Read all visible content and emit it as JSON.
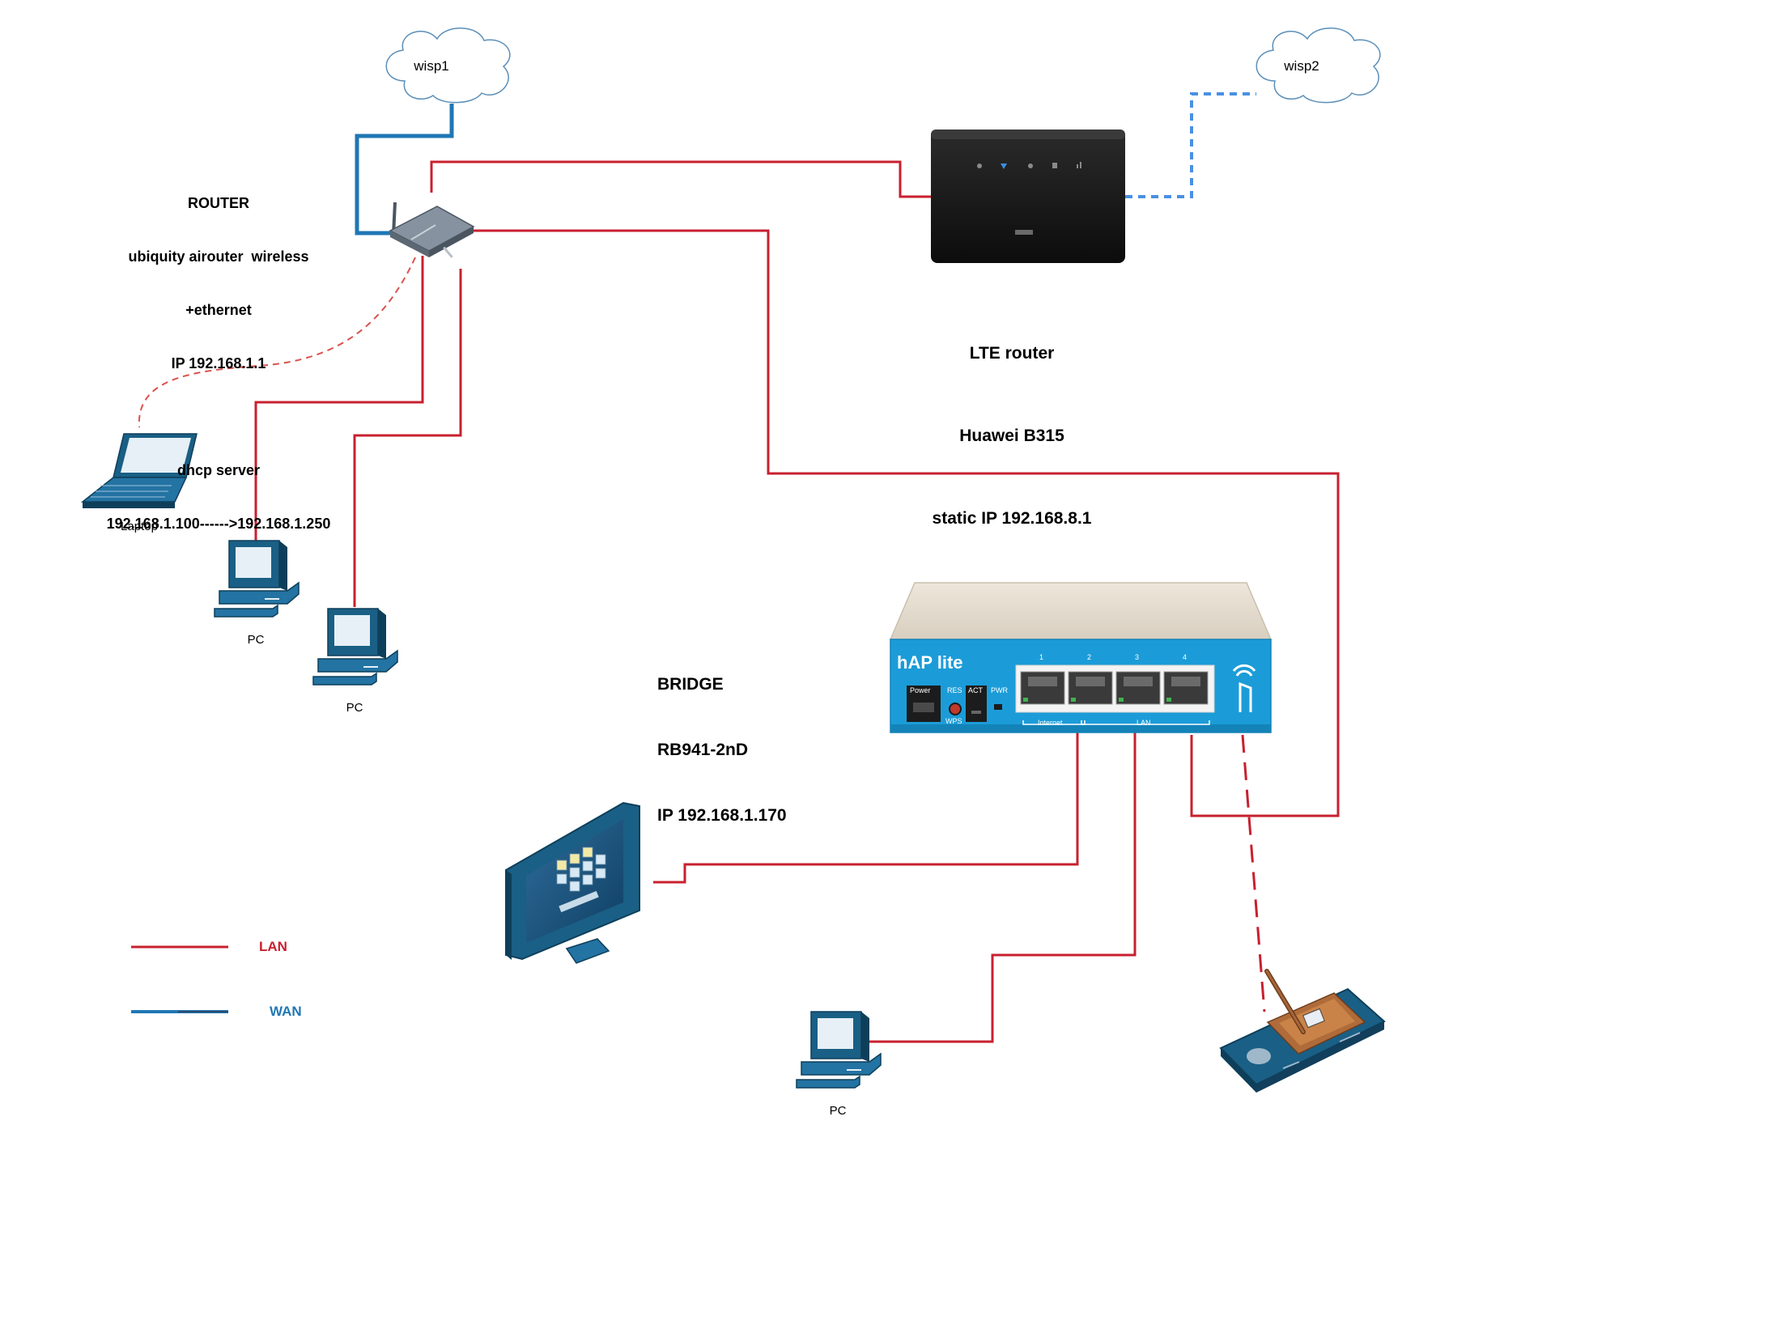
{
  "colors": {
    "lan": "#c8202f",
    "wan": "#1f77b4",
    "lte_link": "#4a90e2",
    "wireless": "#d9534f",
    "device_blue": "#1a5f85",
    "cloud_stroke": "#5b8fb9"
  },
  "clouds": [
    {
      "label": "wisp1"
    },
    {
      "label": "wisp2"
    }
  ],
  "router": {
    "icon": "wireless-router-icon",
    "lines": [
      "ROUTER",
      "ubiquity airouter  wireless",
      "+ethernet",
      "IP 192.168.1.1",
      "",
      "dhcp server",
      "192.168.1.100------>192.168.1.250"
    ]
  },
  "lte_router": {
    "icon": "lte-router-icon",
    "lines": [
      "LTE router",
      "Huawei B315",
      "static IP 192.168.8.1"
    ]
  },
  "bridge": {
    "icon": "hap-lite-router-icon",
    "lines": [
      "BRIDGE",
      "RB941-2nD",
      "IP 192.168.1.170"
    ],
    "brand": "hAP lite",
    "ports": [
      "1",
      "2",
      "3",
      "4"
    ],
    "labels": {
      "power": "Power",
      "res": "RES",
      "wps": "WPS",
      "act": "ACT",
      "pwr": "PWR",
      "internet": "Internet",
      "lan": "LAN"
    }
  },
  "devices": [
    {
      "label": "Laptop",
      "icon": "laptop-icon"
    },
    {
      "label": "PC",
      "icon": "pc-icon"
    },
    {
      "label": "PC",
      "icon": "pc-icon"
    },
    {
      "label": "PC",
      "icon": "pc-icon"
    },
    {
      "label": "",
      "icon": "monitor-icon"
    },
    {
      "label": "",
      "icon": "pda-icon"
    }
  ],
  "legend": [
    {
      "label": "LAN",
      "color": "#c8202f"
    },
    {
      "label": "WAN",
      "color": "#1f77b4"
    }
  ]
}
